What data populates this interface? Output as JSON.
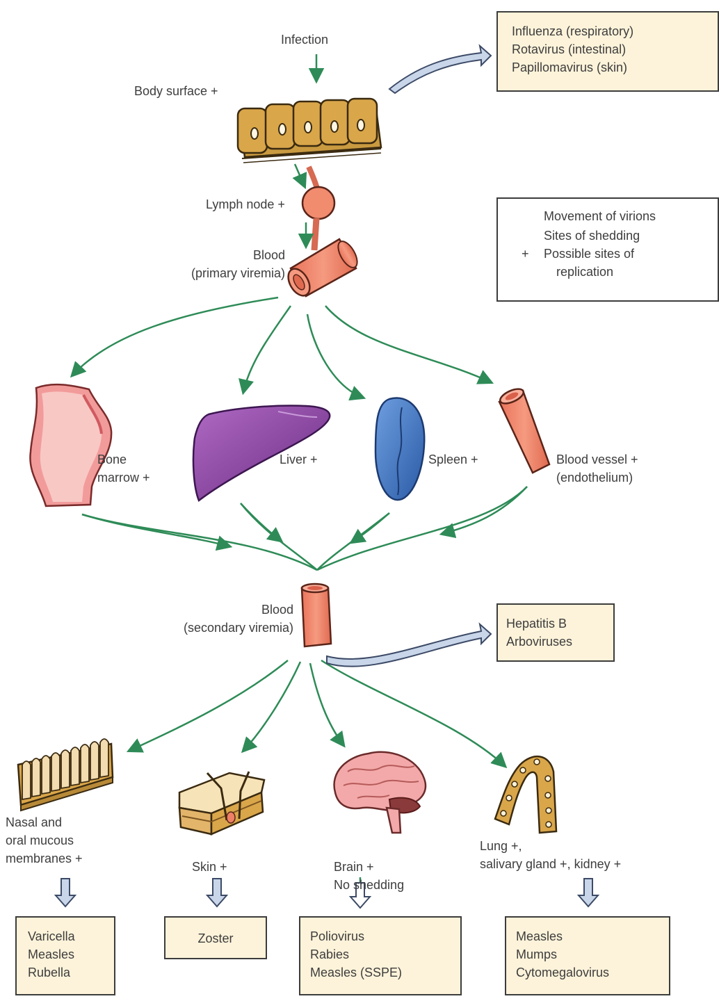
{
  "labels": {
    "infection": "Infection",
    "body_surface": "Body surface +",
    "lymph_node": "Lymph node +",
    "blood_primary_1": "Blood",
    "blood_primary_2": "(primary viremia)",
    "bone_marrow_1": "Bone",
    "bone_marrow_2": "marrow +",
    "liver": "Liver +",
    "spleen": "Spleen +",
    "blood_vessel_1": "Blood vessel +",
    "blood_vessel_2": "(endothelium)",
    "blood_secondary_1": "Blood",
    "blood_secondary_2": "(secondary viremia)",
    "nasal_1": "Nasal and",
    "nasal_2": "oral mucous",
    "nasal_3": "membranes +",
    "skin": "Skin +",
    "brain_1": "Brain +",
    "brain_2": "No shedding",
    "lung_1": "Lung +,",
    "lung_2": "salivary gland +, kidney +"
  },
  "boxes": {
    "surface_viruses": [
      "Influenza (respiratory)",
      "Rotavirus (intestinal)",
      "Papillomavirus (skin)"
    ],
    "blood_viruses": [
      "Hepatitis B",
      "Arboviruses"
    ],
    "nasal_viruses": [
      "Varicella",
      "Measles",
      "Rubella"
    ],
    "skin_viruses": [
      "Zoster"
    ],
    "brain_viruses": [
      "Poliovirus",
      "Rabies",
      "Measles (SSPE)"
    ],
    "lung_viruses": [
      "Measles",
      "Mumps",
      "Cytomegalovirus"
    ]
  },
  "legend": {
    "movement": "Movement of virions",
    "shedding": "Sites of shedding",
    "plus": "+",
    "replication_1": "Possible sites of",
    "replication_2": "replication"
  },
  "colors": {
    "movement_arrow": "#2e8b57",
    "shedding_arrow": "#c9d6ea",
    "box_fill": "#fdf3da",
    "tissue_orange": "#ee8066",
    "liver_purple": "#8a3f9f",
    "spleen_blue": "#3f70b8"
  }
}
